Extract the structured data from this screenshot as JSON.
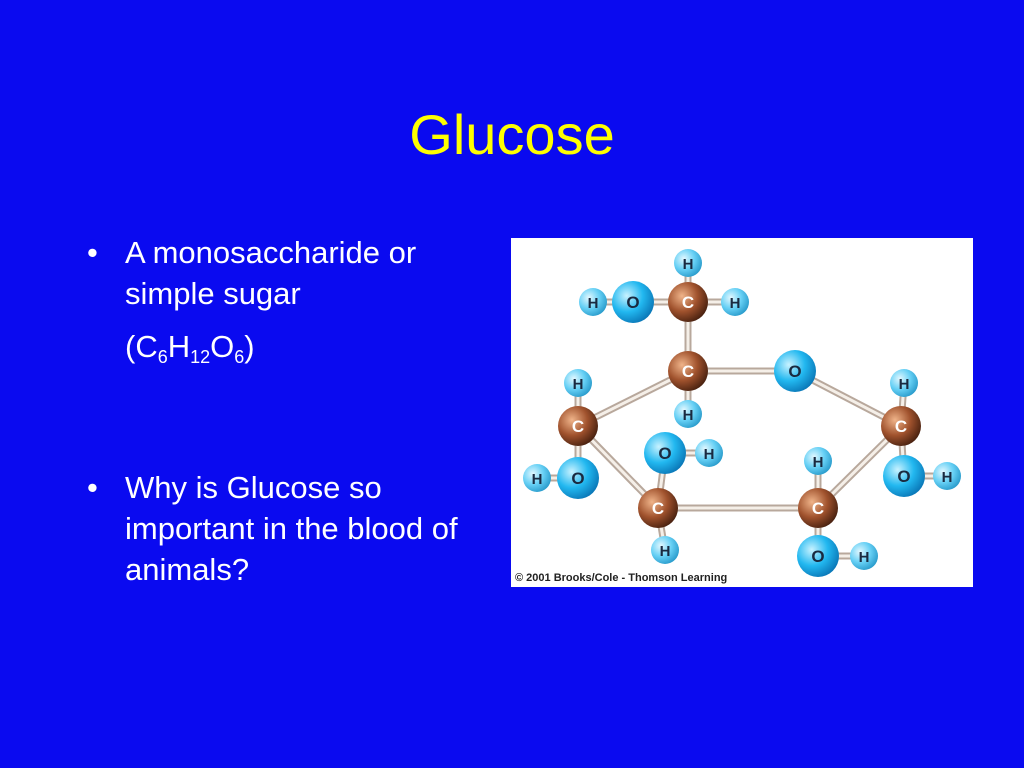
{
  "title": "Glucose",
  "bullets": [
    "A monosaccharide or simple sugar",
    "Why is Glucose so important in the blood of animals?"
  ],
  "formula": {
    "open": "(",
    "parts": [
      {
        "symbol": "C",
        "count": "6"
      },
      {
        "symbol": "H",
        "count": "12"
      },
      {
        "symbol": "O",
        "count": "6"
      }
    ],
    "close": ")"
  },
  "figure": {
    "credit": "© 2001 Brooks/Cole - Thomson Learning",
    "atom_labels": {
      "hydrogen": "H",
      "oxygen": "O",
      "carbon": "C"
    },
    "colors": {
      "background": "#0a0af0",
      "title": "#ffff00",
      "text": "#ffffff",
      "carbon": "#a0522d",
      "oxygen": "#22b8f0",
      "hydrogen": "#66d0f5"
    }
  }
}
